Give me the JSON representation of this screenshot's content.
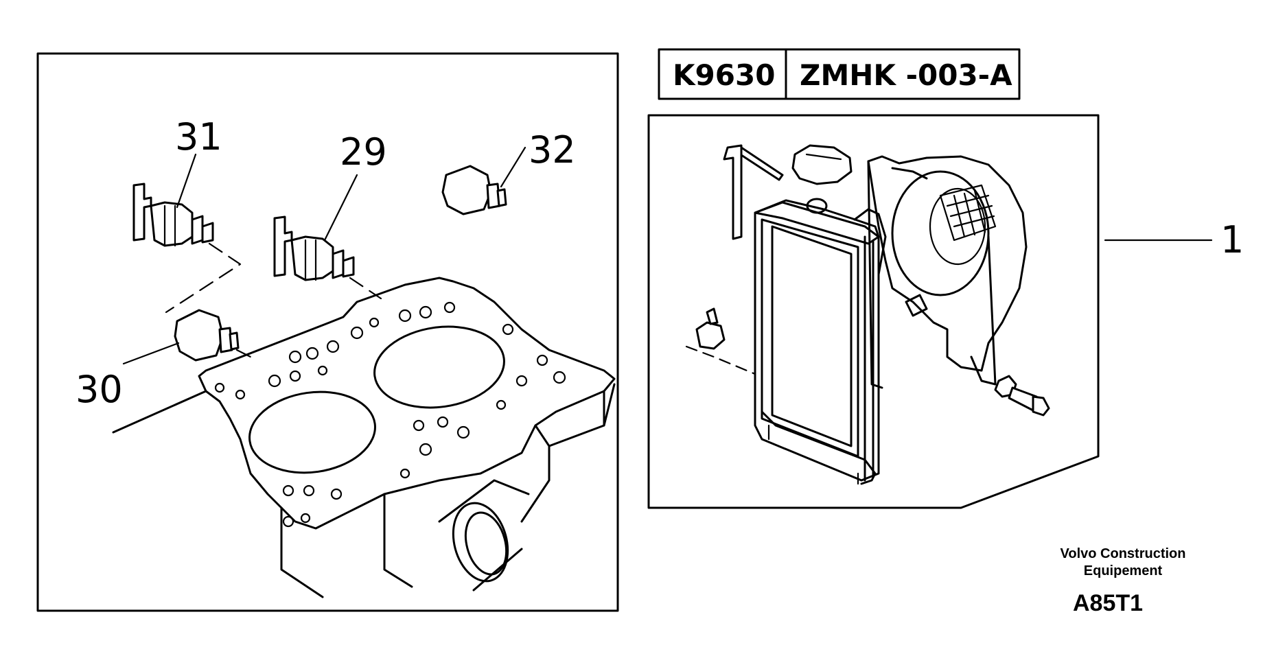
{
  "header": {
    "code_left": "K9630",
    "code_right": "ZMHK -003-A"
  },
  "left_panel": {
    "callouts": [
      "31",
      "29",
      "32",
      "30"
    ]
  },
  "right_panel": {
    "callouts": [
      "1"
    ]
  },
  "footer": {
    "brand_line1": "Volvo Construction",
    "brand_line2": "Equipement",
    "drawing_id": "A85T1"
  }
}
